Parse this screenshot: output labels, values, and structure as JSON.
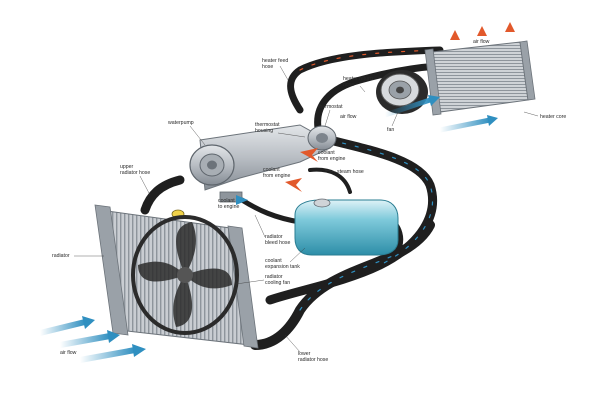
{
  "colors": {
    "hose": "#1f1f1f",
    "metal": "#b9bec4",
    "metal_dark": "#7d848c",
    "coolant_tank": "#4fb3c8",
    "cold_flow": "#2f8fc0",
    "hot_flow": "#e2592b",
    "background": "#ffffff"
  },
  "labels": {
    "heater_feed_hose": "heater feed\nhose",
    "heater_return_hose": "heater return\nhose",
    "thermostat": "thermostat",
    "air_flow_top": "air flow",
    "air_flow_mid": "air flow",
    "air_flow_bottom": "air flow",
    "heater_core": "heater core",
    "fan": "fan",
    "waterpump": "waterpump",
    "thermostat_housing": "thermostat\nhousing",
    "coolant_from_engine_1": "coolant\nfrom engine",
    "coolant_from_engine_2": "coolant\nfrom engine",
    "steam_hose": "steam hose",
    "upper_radiator_hose": "upper\nradiator hose",
    "coolant_to_engine": "coolant\nto engine",
    "radiator": "radiator",
    "radiator_bleed_hose": "radiator\nbleed hose",
    "coolant_expansion_tank": "coolant\nexpansion tank",
    "radiator_cooling_fan": "radiator\ncooling fan",
    "lower_radiator_hose": "lower\nradiator hose"
  }
}
